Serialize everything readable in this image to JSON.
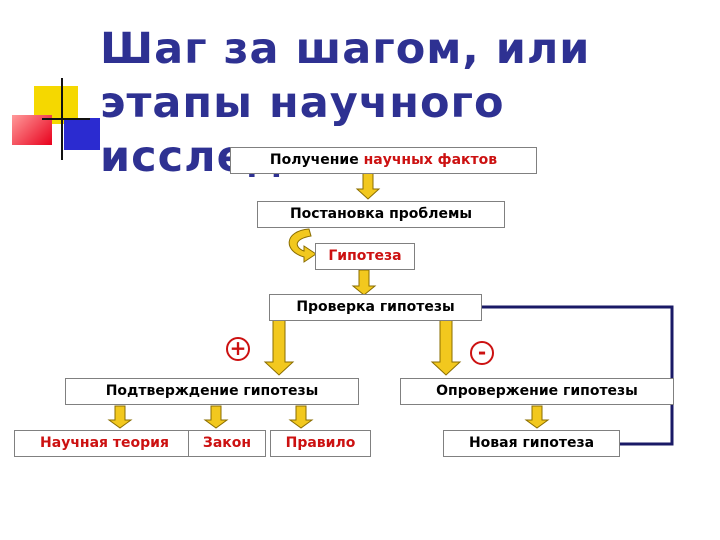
{
  "slide": {
    "title_line1": "Шаг за шагом, или",
    "title_line2": "этапы научного",
    "title_line3": "исследования"
  },
  "steps": {
    "collect_prefix": "Получение",
    "collect_highlight": "научных фактов",
    "problem": "Постановка проблемы",
    "hypothesis": "Гипотеза",
    "testing": "Проверка гипотезы",
    "confirmation": "Подтверждение гипотезы",
    "refutation": "Опровержение гипотезы",
    "theory": "Научная теория",
    "law": "Закон",
    "rule": "Правило",
    "new_hypothesis": "Новая гипотеза"
  },
  "signs": {
    "plus": "+",
    "minus": "-"
  },
  "colors": {
    "title": "#2e3192",
    "highlight": "#cc1111",
    "arrow_fill": "#f2c81e",
    "arrow_stroke": "#8a6d00",
    "loop_line": "#1a1a66"
  },
  "decoration": {
    "icon": "colored-squares-icon"
  }
}
